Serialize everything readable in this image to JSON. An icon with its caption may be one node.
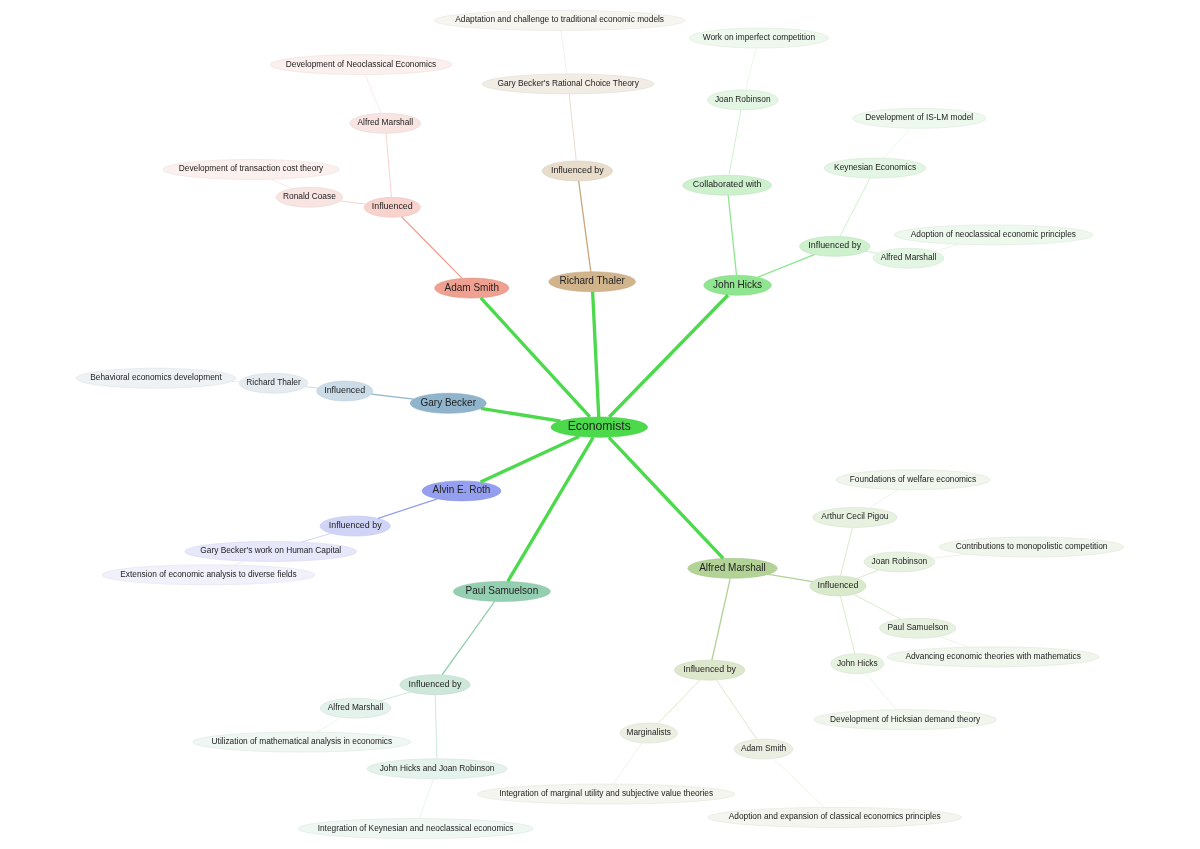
{
  "diagram": {
    "nodes": [
      {
        "text": [
          "Economists"
        ]
      },
      {
        "text": [
          "Alfred Marshall"
        ]
      },
      {
        "text": [
          "Influenced by"
        ]
      },
      {
        "text": [
          "Marginalists"
        ]
      },
      {
        "text": [
          "Integration of marginal utility and subjective value theories"
        ]
      },
      {
        "text": [
          "Adam Smith"
        ]
      },
      {
        "text": [
          "Adoption and expansion of classical economics principles"
        ]
      },
      {
        "text": [
          "Influenced"
        ]
      },
      {
        "text": [
          "John Hicks"
        ]
      },
      {
        "text": [
          "Development of Hicksian demand theory"
        ]
      },
      {
        "text": [
          "Joan Robinson"
        ]
      },
      {
        "text": [
          "Contributions to monopolistic competition"
        ]
      },
      {
        "text": [
          "Paul Samuelson"
        ]
      },
      {
        "text": [
          "Advancing economic theories with mathematics"
        ]
      },
      {
        "text": [
          "Arthur Cecil Pigou"
        ]
      },
      {
        "text": [
          "Foundations of welfare economics"
        ]
      },
      {
        "text": [
          "Richard Thaler"
        ]
      },
      {
        "text": [
          "Influenced by"
        ]
      },
      {
        "text": [
          "Gary Becker's Rational Choice Theory"
        ]
      },
      {
        "text": [
          "Adaptation and challenge to traditional economic models"
        ]
      },
      {
        "text": [
          "Adam Smith"
        ]
      },
      {
        "text": [
          "Influenced"
        ]
      },
      {
        "text": [
          "Ronald Coase"
        ]
      },
      {
        "text": [
          "Development of transaction cost theory"
        ]
      },
      {
        "text": [
          "Alfred Marshall"
        ]
      },
      {
        "text": [
          "Development of Neoclassical Economics"
        ]
      },
      {
        "text": [
          "Alvin E. Roth"
        ]
      },
      {
        "text": [
          "Influenced by"
        ]
      },
      {
        "text": [
          "Gary Becker's work on Human Capital"
        ]
      },
      {
        "text": [
          "Extension of economic analysis to diverse fields"
        ]
      },
      {
        "text": [
          "Gary Becker"
        ]
      },
      {
        "text": [
          "Influenced"
        ]
      },
      {
        "text": [
          "Richard Thaler"
        ]
      },
      {
        "text": [
          "Behavioral economics development"
        ]
      },
      {
        "text": [
          "Paul Samuelson"
        ]
      },
      {
        "text": [
          "Influenced by"
        ]
      },
      {
        "text": [
          "John Hicks and Joan Robinson"
        ]
      },
      {
        "text": [
          "Integration of Keynesian and neoclassical economics"
        ]
      },
      {
        "text": [
          "Alfred Marshall"
        ]
      },
      {
        "text": [
          "Utilization of mathematical analysis in economics"
        ]
      },
      {
        "text": [
          "John Hicks"
        ]
      },
      {
        "text": [
          "Influenced by"
        ]
      },
      {
        "text": [
          "Alfred Marshall"
        ]
      },
      {
        "text": [
          "Adoption of neoclassical economic principles"
        ]
      },
      {
        "text": [
          "Keynesian Economics"
        ]
      },
      {
        "text": [
          "Development of IS-LM model"
        ]
      },
      {
        "text": [
          "Collaborated with"
        ]
      },
      {
        "text": [
          "Joan Robinson"
        ]
      },
      {
        "text": [
          "Work on imperfect competition"
        ]
      }
    ],
    "edges": [
      {
        "from": 0,
        "to": 1,
        "arrow": "none",
        "style": "thick",
        "color": "#4cd94c"
      },
      {
        "from": 1,
        "to": 2,
        "arrow": "none",
        "color": "#b3d296"
      },
      {
        "from": 2,
        "to": 3,
        "arrow": "none",
        "color": "#dde7cb"
      },
      {
        "from": 3,
        "to": 4,
        "arrow": "none",
        "color": "#ebefe2"
      },
      {
        "from": 2,
        "to": 5,
        "arrow": "none",
        "color": "#dde7cb"
      },
      {
        "from": 5,
        "to": 6,
        "arrow": "none",
        "color": "#ebefe2"
      },
      {
        "from": 1,
        "to": 7,
        "arrow": "none",
        "color": "#b3d296"
      },
      {
        "from": 7,
        "to": 8,
        "arrow": "none",
        "color": "#d8eacb"
      },
      {
        "from": 8,
        "to": 9,
        "arrow": "none",
        "color": "#e6f1df"
      },
      {
        "from": 7,
        "to": 10,
        "arrow": "none",
        "color": "#d8eacb"
      },
      {
        "from": 10,
        "to": 11,
        "arrow": "none",
        "color": "#e6f1df"
      },
      {
        "from": 7,
        "to": 12,
        "arrow": "none",
        "color": "#d8eacb"
      },
      {
        "from": 12,
        "to": 13,
        "arrow": "none",
        "color": "#e6f1df"
      },
      {
        "from": 7,
        "to": 14,
        "arrow": "none",
        "color": "#d8eacb"
      },
      {
        "from": 14,
        "to": 15,
        "arrow": "none",
        "color": "#e6f1df"
      },
      {
        "from": 0,
        "to": 16,
        "arrow": "none",
        "style": "thick",
        "color": "#4cd94c"
      },
      {
        "from": 16,
        "to": 17,
        "arrow": "none",
        "color": "#c9a97c"
      },
      {
        "from": 17,
        "to": 18,
        "arrow": "none",
        "color": "#e8dccb"
      },
      {
        "from": 18,
        "to": 19,
        "arrow": "none",
        "color": "#f1ece4"
      },
      {
        "from": 0,
        "to": 20,
        "arrow": "none",
        "style": "thick",
        "color": "#4cd94c"
      },
      {
        "from": 20,
        "to": 21,
        "arrow": "none",
        "color": "#f0a090"
      },
      {
        "from": 21,
        "to": 22,
        "arrow": "none",
        "color": "#f8d2cc"
      },
      {
        "from": 22,
        "to": 23,
        "arrow": "none",
        "color": "#f8e4e1"
      },
      {
        "from": 21,
        "to": 24,
        "arrow": "none",
        "color": "#f8d2cc"
      },
      {
        "from": 24,
        "to": 25,
        "arrow": "none",
        "color": "#f8e4e1"
      },
      {
        "from": 0,
        "to": 26,
        "arrow": "none",
        "style": "thick",
        "color": "#4cd94c"
      },
      {
        "from": 26,
        "to": 27,
        "arrow": "none",
        "color": "#949ff0"
      },
      {
        "from": 27,
        "to": 28,
        "arrow": "none",
        "color": "#d0d4f7"
      },
      {
        "from": 28,
        "to": 29,
        "arrow": "none",
        "color": "#e6e7fa"
      },
      {
        "from": 0,
        "to": 30,
        "arrow": "none",
        "style": "thick",
        "color": "#4cd94c"
      },
      {
        "from": 30,
        "to": 31,
        "arrow": "none",
        "color": "#8fb4cc"
      },
      {
        "from": 31,
        "to": 32,
        "arrow": "none",
        "color": "#cbdce8"
      },
      {
        "from": 32,
        "to": 33,
        "arrow": "none",
        "color": "#e4ebf1"
      },
      {
        "from": 0,
        "to": 34,
        "arrow": "none",
        "style": "thick",
        "color": "#4cd94c"
      },
      {
        "from": 34,
        "to": 35,
        "arrow": "none",
        "color": "#95cfb1"
      },
      {
        "from": 35,
        "to": 36,
        "arrow": "none",
        "color": "#cde8da"
      },
      {
        "from": 36,
        "to": 37,
        "arrow": "none",
        "color": "#e3f2ea"
      },
      {
        "from": 35,
        "to": 38,
        "arrow": "none",
        "color": "#cde8da"
      },
      {
        "from": 38,
        "to": 39,
        "arrow": "none",
        "color": "#e3f2ea"
      },
      {
        "from": 0,
        "to": 40,
        "arrow": "none",
        "style": "thick",
        "color": "#4cd94c"
      },
      {
        "from": 40,
        "to": 41,
        "arrow": "none",
        "color": "#90e690"
      },
      {
        "from": 41,
        "to": 42,
        "arrow": "none",
        "color": "#cdf0cd"
      },
      {
        "from": 42,
        "to": 43,
        "arrow": "none",
        "color": "#e3f5e3"
      },
      {
        "from": 41,
        "to": 44,
        "arrow": "none",
        "color": "#cdf0cd"
      },
      {
        "from": 44,
        "to": 45,
        "arrow": "none",
        "color": "#e3f5e3"
      },
      {
        "from": 40,
        "to": 46,
        "arrow": "none",
        "color": "#90e690"
      },
      {
        "from": 46,
        "to": 47,
        "arrow": "none",
        "color": "#cdf0cd"
      },
      {
        "from": 47,
        "to": 48,
        "arrow": "none",
        "color": "#e3f5e3"
      }
    ]
  }
}
